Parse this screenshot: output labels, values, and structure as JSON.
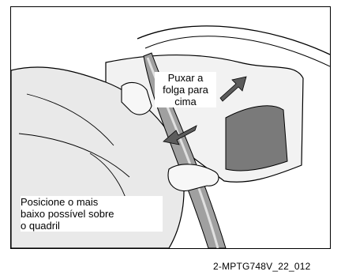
{
  "labels": {
    "upper_instruction_lines": [
      "Puxar a",
      "folga para",
      "cima"
    ],
    "lower_instruction_lines": [
      "Posicione o mais",
      "baixo possível sobre",
      "o quadril"
    ]
  },
  "figure_code": "2-MPTG748V_22_012",
  "colors": {
    "border": "#000000",
    "skin": "#f7f7f7",
    "clothing": "#e8e8e8",
    "shadow": "#7a7a7a",
    "belt": "#a0a0a0",
    "arrow": "#5c5c5c"
  }
}
